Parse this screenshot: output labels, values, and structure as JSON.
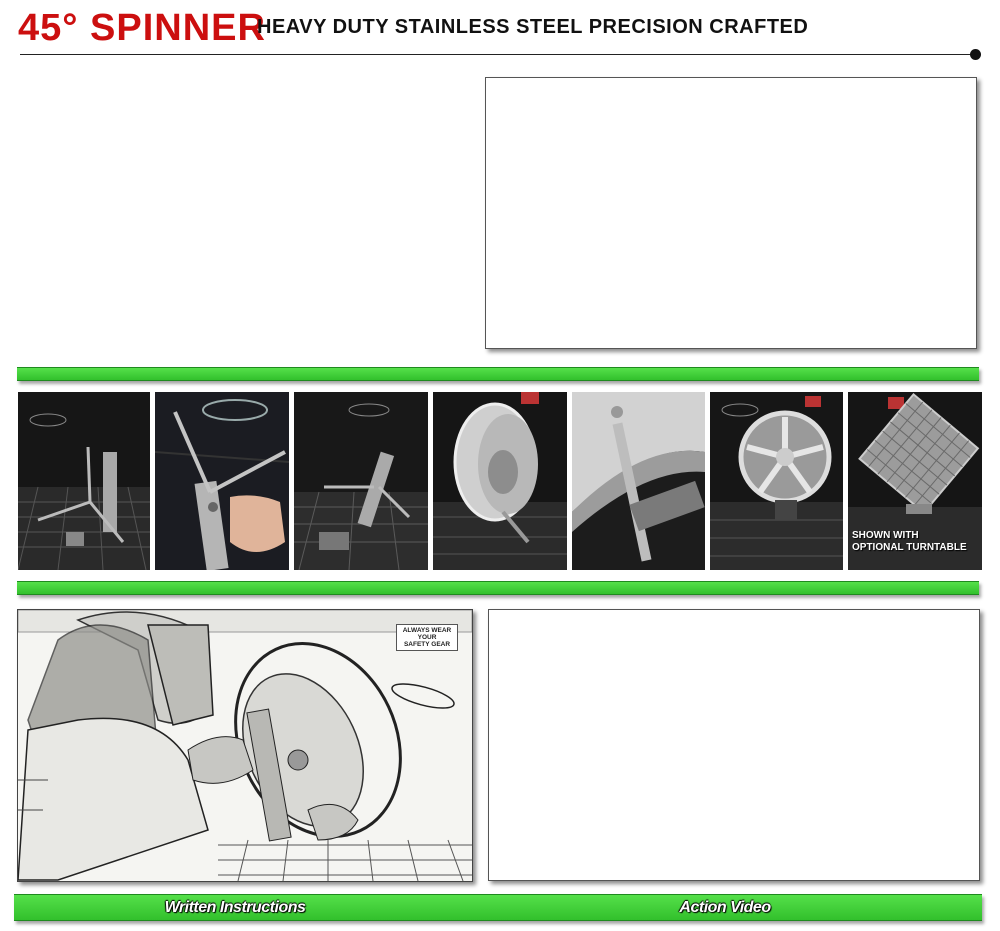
{
  "header": {
    "title": "45° SPINNER",
    "subtitle": "HEAVY DUTY STAINLESS STEEL PRECISION CRAFTED"
  },
  "gallery": {
    "turntable_caption_line1": "SHOWN WITH",
    "turntable_caption_line2": "OPTIONAL TURNTABLE"
  },
  "illustration": {
    "sign_line1": "ALWAYS WEAR",
    "sign_line2": "YOUR",
    "sign_line3": "SAFETY GEAR"
  },
  "buttons": {
    "written_instructions": "Written Instructions",
    "action_video": "Action Video"
  },
  "colors": {
    "title_red": "#cc0f0f",
    "bar_green": "#3cc936"
  }
}
